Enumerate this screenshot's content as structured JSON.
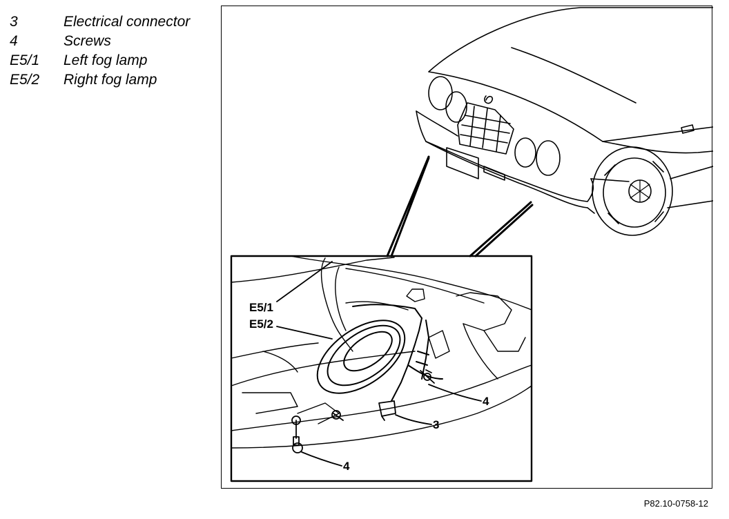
{
  "legend": {
    "items": [
      {
        "code": "3",
        "label": "Electrical connector"
      },
      {
        "code": "4",
        "label": "Screws"
      },
      {
        "code": "E5/1",
        "label": "Left fog lamp"
      },
      {
        "code": "E5/2",
        "label": "Right fog lamp"
      }
    ]
  },
  "diagram": {
    "callouts": {
      "e51": "E5/1",
      "e52": "E5/2",
      "connector": "3",
      "screws_upper": "4",
      "screws_lower": "4"
    }
  },
  "figure_reference": "P82.10-0758-12"
}
